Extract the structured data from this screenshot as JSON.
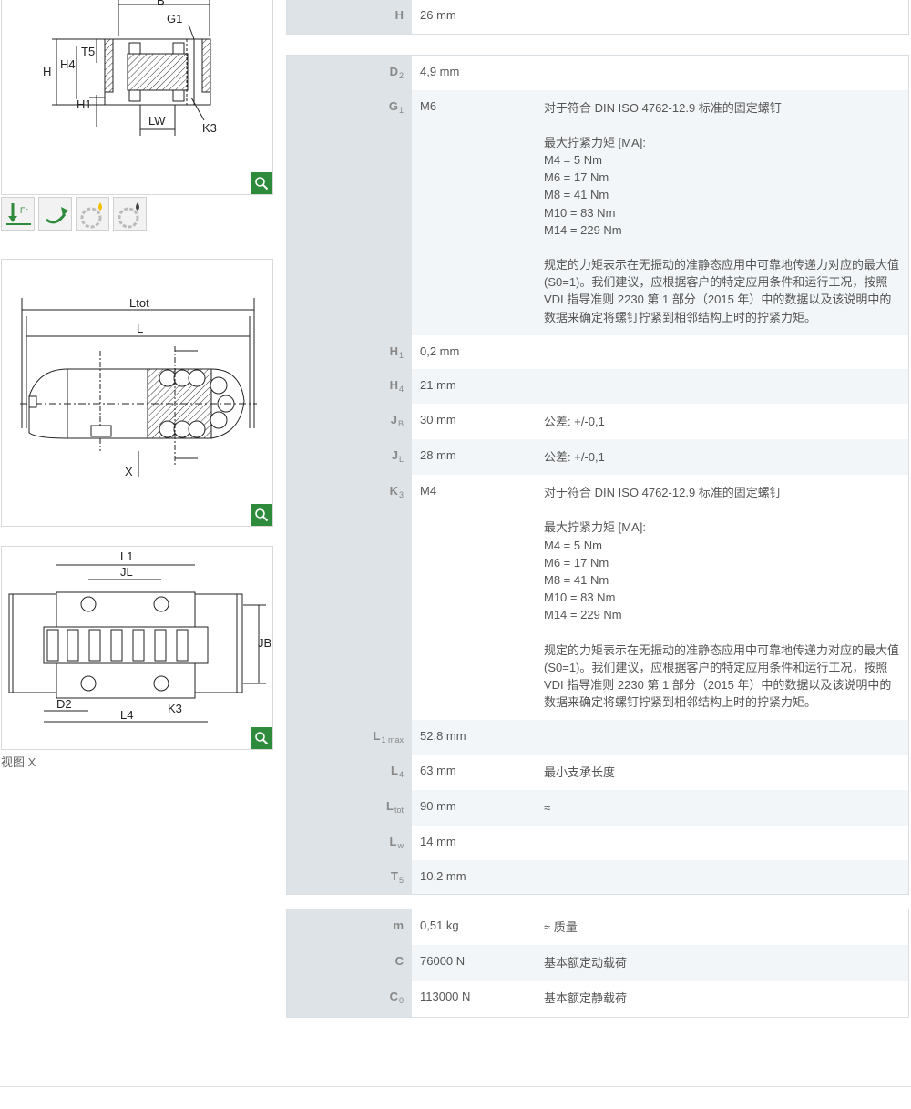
{
  "drawings": {
    "d1_labels": [
      "B",
      "G1",
      "H",
      "H4",
      "T5",
      "H1",
      "LW",
      "K3"
    ],
    "d2_labels": [
      "Ltot",
      "L",
      "X"
    ],
    "d3_labels": [
      "L1",
      "JL",
      "JB",
      "D2",
      "L4",
      "K3"
    ],
    "caption": "视图 X",
    "symbols": [
      "radial-load-icon",
      "rotation-icon",
      "grease-lubrication-icon",
      "oil-lubrication-icon"
    ]
  },
  "table_top": [
    {
      "key": "H",
      "sub": "",
      "value": "26  mm",
      "note": []
    }
  ],
  "table_main": [
    {
      "key": "D",
      "sub": "2",
      "value": "4,9  mm",
      "note": []
    },
    {
      "key": "G",
      "sub": "1",
      "value": "M6",
      "note": [
        "对于符合 DIN ISO 4762-12.9 标准的固定螺钉",
        "",
        "最大拧紧力矩 [MA]:",
        "M4 = 5 Nm",
        "M6 = 17 Nm",
        "M8 = 41 Nm",
        "M10 = 83 Nm",
        "M14 = 229 Nm",
        "",
        "规定的力矩表示在无振动的准静态应用中可靠地传递力对应的最大值 (S0=1)。我们建议，应根据客户的特定应用条件和运行工况，按照 VDI 指导准则 2230 第 1 部分（2015 年）中的数据以及该说明中的数据来确定将螺钉拧紧到相邻结构上时的拧紧力矩。"
      ]
    },
    {
      "key": "H",
      "sub": "1",
      "value": "0,2  mm",
      "note": []
    },
    {
      "key": "H",
      "sub": "4",
      "value": "21  mm",
      "note": []
    },
    {
      "key": "J",
      "sub": "B",
      "value": "30  mm",
      "note": [
        "公差: +/-0,1"
      ]
    },
    {
      "key": "J",
      "sub": "L",
      "value": "28  mm",
      "note": [
        "公差: +/-0,1"
      ]
    },
    {
      "key": "K",
      "sub": "3",
      "value": "M4",
      "note": [
        "对于符合 DIN ISO 4762-12.9 标准的固定螺钉",
        "",
        "最大拧紧力矩 [MA]:",
        "M4 = 5 Nm",
        "M6 = 17 Nm",
        "M8 = 41 Nm",
        "M10 = 83 Nm",
        "M14 = 229 Nm",
        "",
        "规定的力矩表示在无振动的准静态应用中可靠地传递力对应的最大值 (S0=1)。我们建议，应根据客户的特定应用条件和运行工况，按照 VDI 指导准则 2230 第 1 部分（2015 年）中的数据以及该说明中的数据来确定将螺钉拧紧到相邻结构上时的拧紧力矩。"
      ]
    },
    {
      "key": "L",
      "sub": "1 max",
      "value": "52,8  mm",
      "note": []
    },
    {
      "key": "L",
      "sub": "4",
      "value": "63  mm",
      "note": [
        "最小支承长度"
      ]
    },
    {
      "key": "L",
      "sub": "tot",
      "value": "90  mm",
      "note": [
        "≈"
      ]
    },
    {
      "key": "L",
      "sub": "w",
      "value": "14  mm",
      "note": []
    },
    {
      "key": "T",
      "sub": "5",
      "value": "10,2  mm",
      "note": []
    }
  ],
  "table_bottom": [
    {
      "key": "m",
      "sub": "",
      "value": "0,51  kg",
      "note": [
        "≈ 质量"
      ]
    },
    {
      "key": "C",
      "sub": "",
      "value": "76000  N",
      "note": [
        "基本额定动载荷"
      ]
    },
    {
      "key": "C",
      "sub": "0",
      "value": "113000  N",
      "note": [
        "基本额定静载荷"
      ]
    }
  ]
}
